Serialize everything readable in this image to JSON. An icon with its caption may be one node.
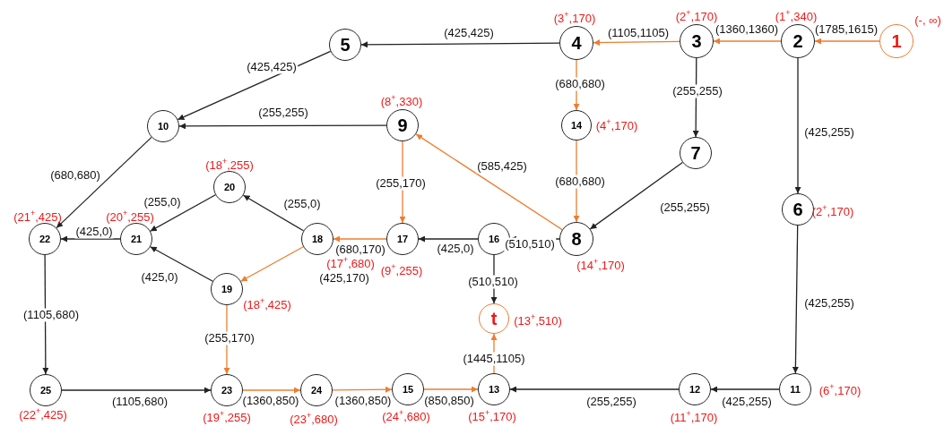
{
  "diagram": {
    "nodes": [
      {
        "text": [
          "1"
        ],
        "beside": [
          "(-, ∞)"
        ]
      },
      {
        "text": [
          "2"
        ],
        "beside": [
          "(1$^{+}$,340)"
        ]
      },
      {
        "text": [
          "3"
        ],
        "beside": [
          "(2$^{+}$,170)"
        ]
      },
      {
        "text": [
          "4"
        ],
        "beside": [
          "(3$^{+}$,170)"
        ]
      },
      {
        "text": [
          "5"
        ]
      },
      {
        "text": [
          "6"
        ],
        "beside": [
          "(2$^{+}$,170)"
        ]
      },
      {
        "text": [
          "7"
        ]
      },
      {
        "text": [
          "8"
        ],
        "beside": [
          "(14$^{+}$,170)"
        ]
      },
      {
        "text": [
          "9"
        ],
        "beside": [
          "(8$^{+}$,330)"
        ]
      },
      {
        "text": [
          "10"
        ]
      },
      {
        "text": [
          "11"
        ],
        "beside": [
          "(6$^{+}$,170)"
        ]
      },
      {
        "text": [
          "12"
        ],
        "beside": [
          "(11$^{+}$,170)"
        ]
      },
      {
        "text": [
          "13"
        ],
        "beside": [
          "(15$^{+}$,170)"
        ]
      },
      {
        "text": [
          "14"
        ],
        "beside": [
          "(4$^{+}$,170)"
        ]
      },
      {
        "text": [
          "15"
        ],
        "beside": [
          "(24$^{+}$,680)"
        ]
      },
      {
        "text": [
          "16"
        ]
      },
      {
        "text": [
          "17"
        ],
        "beside": [
          "(9$^{+}$,255)"
        ]
      },
      {
        "text": [
          "18"
        ],
        "beside": [
          "(17$^{+}$,680)"
        ]
      },
      {
        "text": [
          "19"
        ],
        "beside": [
          "(18$^{+}$,425)"
        ]
      },
      {
        "text": [
          "20"
        ],
        "beside": [
          "(18$^{+}$,255)"
        ]
      },
      {
        "text": [
          "21"
        ],
        "beside": [
          "(20$^{+}$,255)"
        ]
      },
      {
        "text": [
          "22"
        ],
        "beside": [
          "(21$^{+}$,425)"
        ]
      },
      {
        "text": [
          "23"
        ],
        "beside": [
          "(19$^{+}$,255)"
        ]
      },
      {
        "text": [
          "24"
        ],
        "beside": [
          "(23$^{+}$,680)"
        ]
      },
      {
        "text": [
          "25"
        ],
        "beside": [
          "(22$^{+}$,425)"
        ]
      },
      {
        "text": [
          "t"
        ],
        "beside": [
          "(13$^{+}$,510)"
        ]
      }
    ],
    "edges": [
      {
        "from": 0,
        "to": 1,
        "arrow": "to",
        "label": "(1785,1615)",
        "color": "#ed7d31"
      },
      {
        "from": 1,
        "to": 2,
        "arrow": "to",
        "label": "(1360,1360)",
        "color": "#ed7d31"
      },
      {
        "from": 2,
        "to": 3,
        "arrow": "to",
        "label": "(1105,1105)",
        "color": "#ed7d31"
      },
      {
        "from": 3,
        "to": 4,
        "arrow": "to",
        "label": "(425,425)"
      },
      {
        "from": 4,
        "to": 9,
        "arrow": "to",
        "label": "(425,425)"
      },
      {
        "from": 1,
        "to": 5,
        "arrow": "to",
        "label": "(425,255)"
      },
      {
        "from": 2,
        "to": 6,
        "arrow": "to",
        "label": "(255,255)"
      },
      {
        "from": 3,
        "to": 13,
        "arrow": "to",
        "label": "(680,680)",
        "color": "#ed7d31"
      },
      {
        "from": 13,
        "to": 7,
        "arrow": "to",
        "label": "(680,680)",
        "color": "#ed7d31"
      },
      {
        "from": 6,
        "to": 7,
        "arrow": "to",
        "label": "(255,255)"
      },
      {
        "from": 7,
        "to": 8,
        "arrow": "to",
        "label": "(585,425)",
        "color": "#ed7d31"
      },
      {
        "from": 8,
        "to": 9,
        "arrow": "to",
        "label": "(255,255)"
      },
      {
        "from": 8,
        "to": 16,
        "arrow": "to",
        "label": "(255,170)",
        "color": "#ed7d31"
      },
      {
        "from": 7,
        "to": 15,
        "arrow": "to",
        "label": "(510,510)"
      },
      {
        "from": 15,
        "to": 16,
        "arrow": "to",
        "label": "(425,0)"
      },
      {
        "from": 15,
        "to": 25,
        "arrow": "to",
        "label": "(510,510)"
      },
      {
        "from": 16,
        "to": 17,
        "arrow": "to",
        "label": "(680,170)",
        "color": "#ed7d31"
      },
      {
        "from": 17,
        "to": 19,
        "arrow": "to",
        "label": "(255,0)"
      },
      {
        "from": 17,
        "to": 18,
        "arrow": "to",
        "label": "(425,170)",
        "color": "#ed7d31"
      },
      {
        "from": 19,
        "to": 20,
        "arrow": "to",
        "label": "(255,0)"
      },
      {
        "from": 18,
        "to": 20,
        "arrow": "to",
        "label": "(425,0)"
      },
      {
        "from": 20,
        "to": 21,
        "arrow": "to",
        "label": "(425,0)"
      },
      {
        "from": 9,
        "to": 21,
        "arrow": "to",
        "label": "(680,680)"
      },
      {
        "from": 21,
        "to": 24,
        "arrow": "to",
        "label": "(1105,680)"
      },
      {
        "from": 24,
        "to": 22,
        "arrow": "to",
        "label": "(1105,680)"
      },
      {
        "from": 18,
        "to": 22,
        "arrow": "to",
        "label": "(255,170)",
        "color": "#ed7d31"
      },
      {
        "from": 22,
        "to": 23,
        "arrow": "to",
        "label": "(1360,850)",
        "color": "#ed7d31"
      },
      {
        "from": 23,
        "to": 14,
        "arrow": "to",
        "label": "(1360,850)",
        "color": "#ed7d31"
      },
      {
        "from": 14,
        "to": 12,
        "arrow": "to",
        "label": "(850,850)",
        "color": "#ed7d31"
      },
      {
        "from": 12,
        "to": 25,
        "arrow": "to",
        "label": "(1445,1105)",
        "color": "#ed7d31"
      },
      {
        "from": 5,
        "to": 10,
        "arrow": "to",
        "label": "(425,255)"
      },
      {
        "from": 10,
        "to": 11,
        "arrow": "to",
        "label": "(425,255)"
      },
      {
        "from": 11,
        "to": 12,
        "arrow": "to",
        "label": "(255,255)"
      }
    ]
  }
}
